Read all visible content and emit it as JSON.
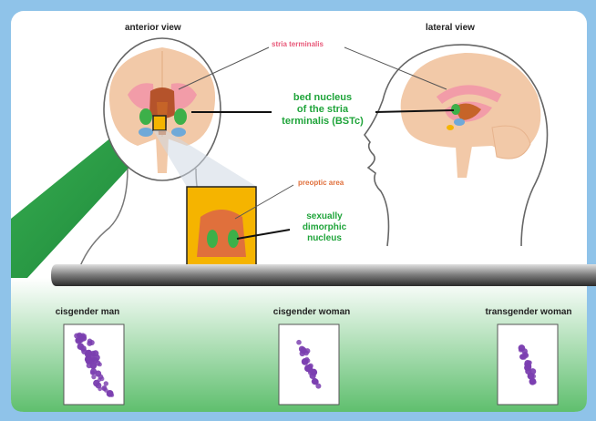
{
  "views": {
    "anterior": "anterior view",
    "lateral": "lateral view"
  },
  "labels": {
    "stria_terminalis": "stria terminalis",
    "bstc": [
      "bed nucleus",
      "of the stria",
      "terminalis (BSTc)"
    ],
    "preoptic_area": "preoptic area",
    "sdn": [
      "sexually",
      "dimorphic",
      "nucleus"
    ]
  },
  "panels": [
    {
      "label": "cisgender man",
      "density": "dense"
    },
    {
      "label": "cisgender woman",
      "density": "sparse"
    },
    {
      "label": "transgender woman",
      "density": "sparse"
    }
  ],
  "colors": {
    "background_outer": "#8fc3e9",
    "background_inner": "#ffffff",
    "green_label": "#1fa43a",
    "orange_label": "#e0703c",
    "pink_label": "#e85a7a",
    "cell_purple": "#7b3fb0",
    "inset_fill": "#f5b400",
    "brain_tan": "#f2c9a8",
    "brain_pink": "#f29ca8"
  }
}
